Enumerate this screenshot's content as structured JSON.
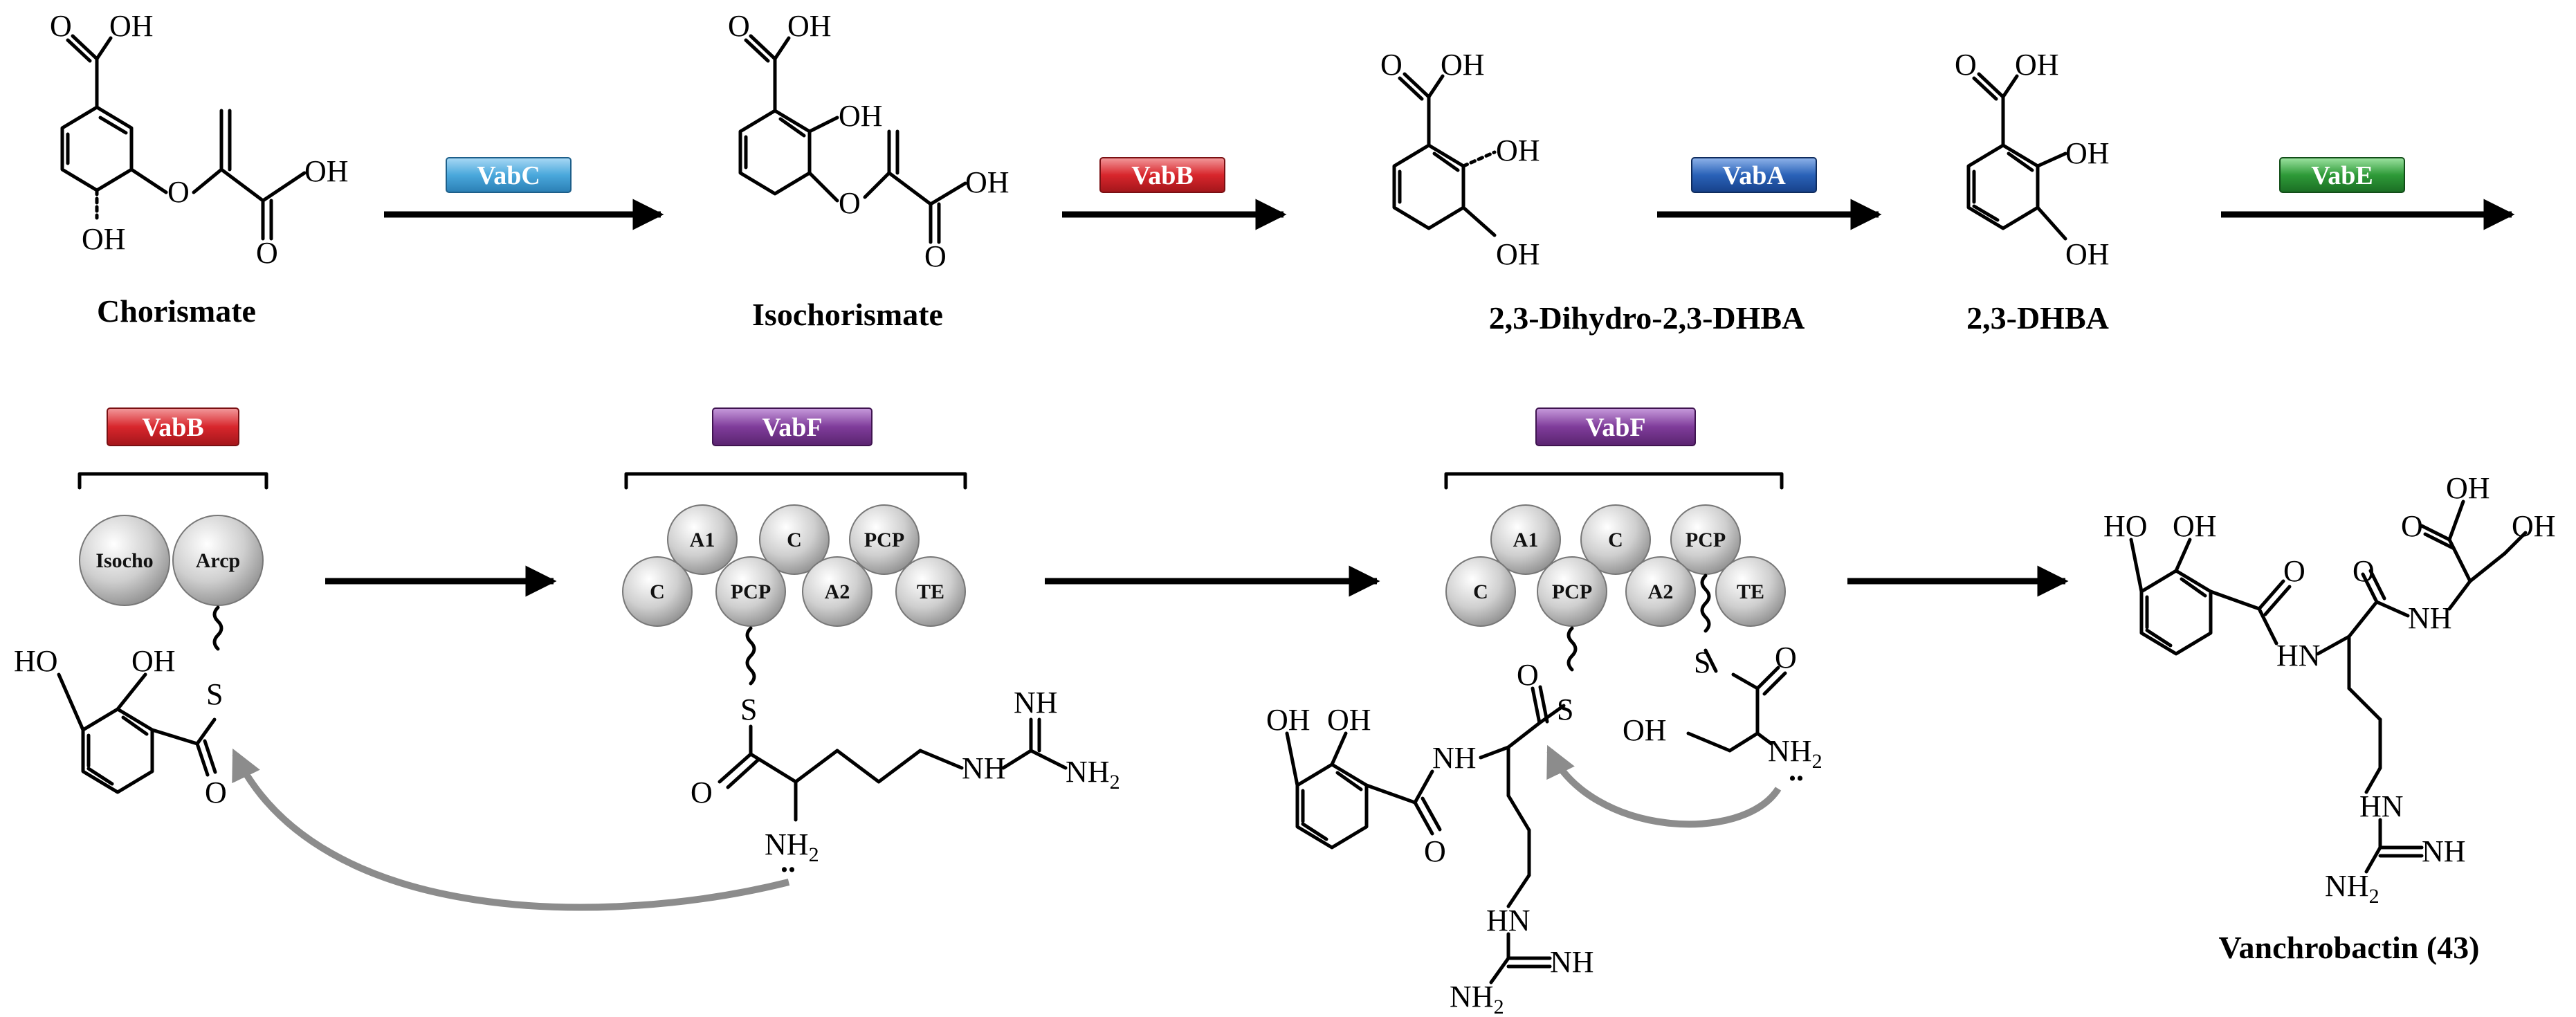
{
  "compounds": {
    "chorismate": "Chorismate",
    "isochorismate": "Isochorismate",
    "dihydro_dhba": "2,3-Dihydro-2,3-DHBA",
    "dhba": "2,3-DHBA",
    "vanchrobactin": "Vanchrobactin (43)"
  },
  "enzymes": {
    "vabc": "VabC",
    "vabb_top": "VabB",
    "vaba": "VabA",
    "vabe": "VabE",
    "vabb_bottom": "VabB",
    "vabf_1": "VabF",
    "vabf_2": "VabF"
  },
  "enzyme_colors": {
    "vabc": "#4aa8dc",
    "vabb": "#d8262c",
    "vaba": "#2a62b8",
    "vabe": "#2e9a38",
    "vabf": "#7f3c9a"
  },
  "domains": {
    "vabb_module": [
      "Isocho",
      "Arcp"
    ],
    "vabf_module": [
      "C",
      "A1",
      "PCP",
      "C",
      "A2",
      "PCP",
      "TE"
    ]
  },
  "atoms": {
    "oh": "OH",
    "o": "O",
    "ho": "HO",
    "s": "S",
    "nh": "NH",
    "hn": "HN",
    "nh2": "NH",
    "two": "2",
    "lone_pair": ".."
  }
}
